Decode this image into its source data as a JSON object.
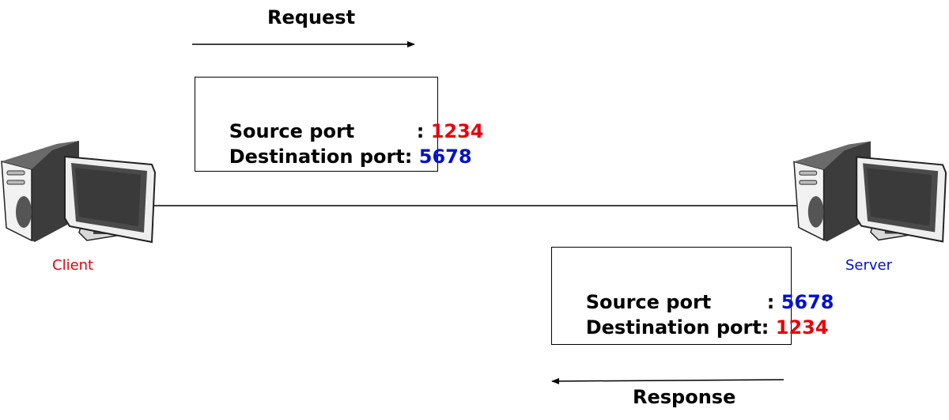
{
  "request": {
    "title": "Request",
    "source_label": "Source port",
    "source_sep": ":",
    "source_value": "1234",
    "dest_label": "Destination port:",
    "dest_value": "5678"
  },
  "response": {
    "title": "Response",
    "source_label": "Source port",
    "source_sep": ":",
    "source_value": "5678",
    "dest_label": "Destination port:",
    "dest_value": "1234"
  },
  "client": {
    "label": "Client"
  },
  "server": {
    "label": "Server"
  },
  "colors": {
    "client": "#e8000b",
    "server": "#0010d0",
    "line": "#000000"
  },
  "icons": {
    "client": "computer-icon",
    "server": "computer-icon"
  }
}
